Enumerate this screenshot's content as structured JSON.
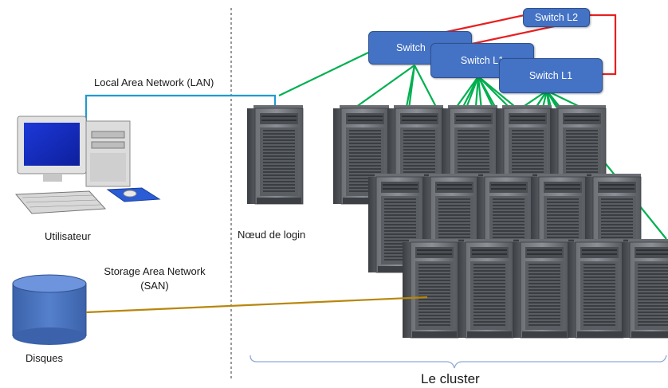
{
  "labels": {
    "lan": "Local Area Network (LAN)",
    "user": "Utilisateur",
    "san_line1": "Storage Area Network",
    "san_line2": "(SAN)",
    "disks": "Disques",
    "login_node": "Nœud de login",
    "cluster": "Le cluster"
  },
  "switches": {
    "l2": "Switch L2",
    "l1_a": "Switch",
    "l1_b": "Switch L1",
    "l1_c": "Switch L1"
  },
  "colors": {
    "lan_link": "#1f9bd1",
    "cluster_link": "#00b050",
    "switch_link": "#e81f1f",
    "san_link": "#b8860b",
    "switch_fill": "#4472c4",
    "disk_fill": "#4472c4",
    "brace": "#8fa9d6"
  }
}
